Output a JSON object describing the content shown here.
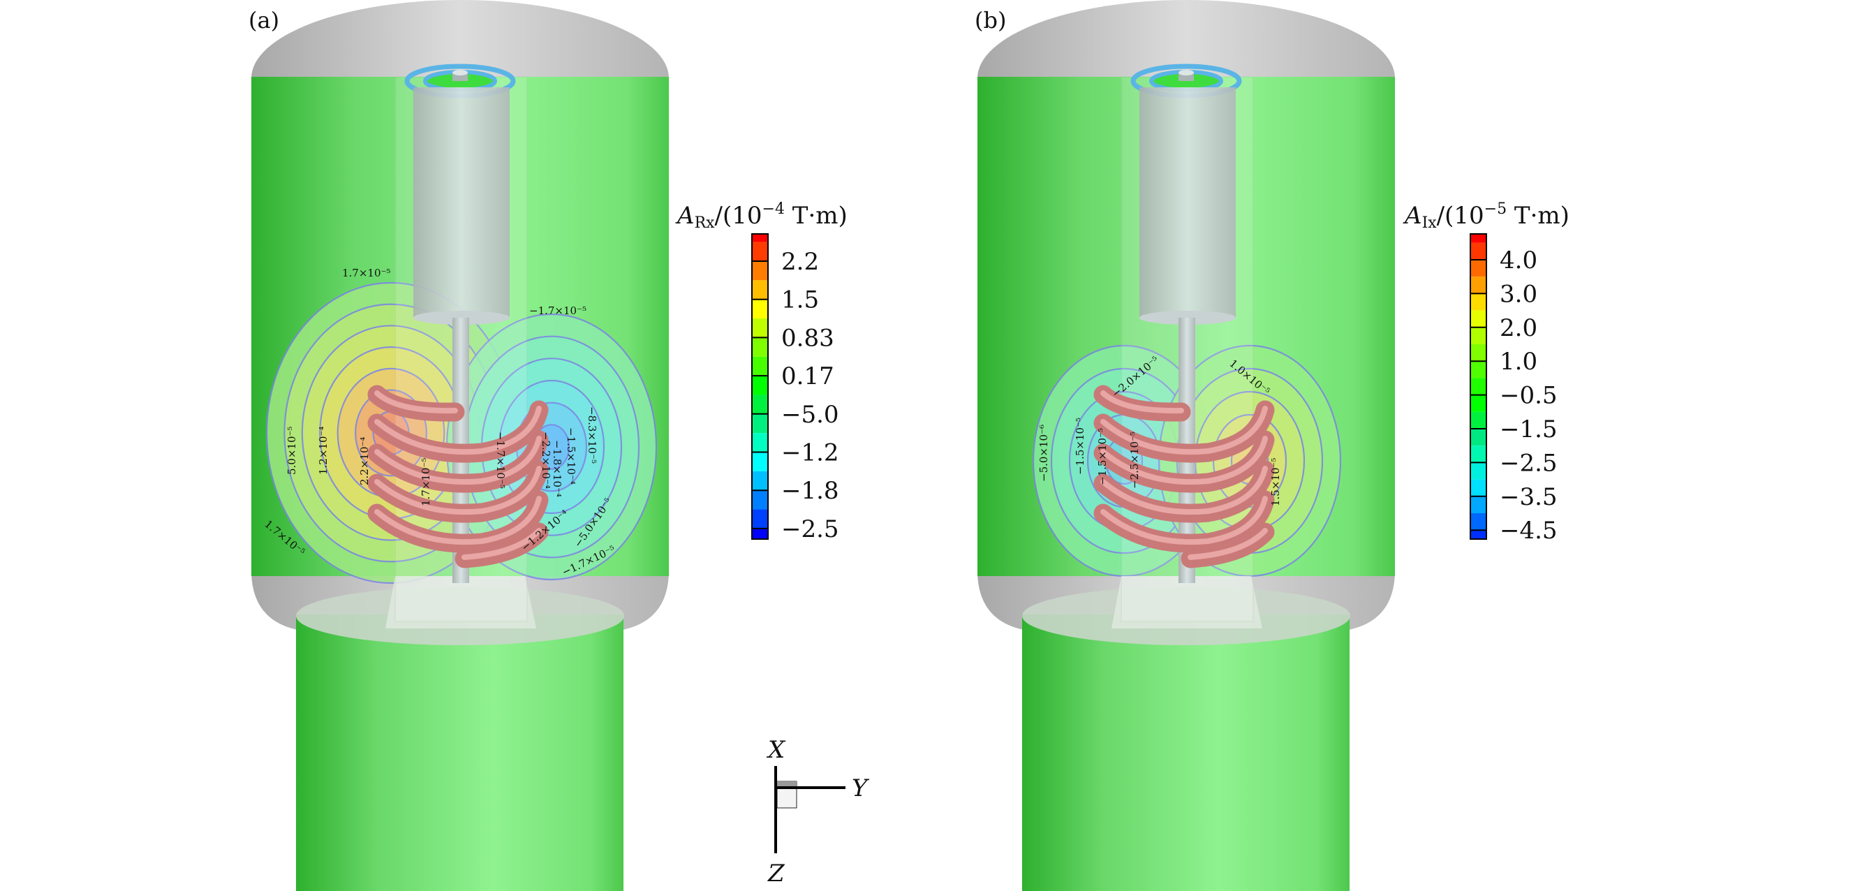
{
  "panels": [
    {
      "label": "(a)",
      "colorbar": {
        "var": "A",
        "sub": "Rx",
        "prefix": "/(10",
        "exp": "−4",
        "unit": " T·m)",
        "ticks": [
          "2.2",
          "1.5",
          "0.83",
          "0.17",
          "−5.0",
          "−1.2",
          "−1.8",
          "−2.5"
        ],
        "colors": [
          "#ff0000",
          "#ff3c00",
          "#ff7d00",
          "#ffbe00",
          "#ffff00",
          "#c0ff00",
          "#80ff00",
          "#48ff00",
          "#00ff00",
          "#00f040",
          "#00f080",
          "#00ffc0",
          "#00ffff",
          "#00c0ff",
          "#0080ff",
          "#0040ff",
          "#0000ff"
        ]
      },
      "contour_labels": [
        "1.7×10⁻⁵",
        "5.0×10⁻⁵",
        "1.2×10⁻⁴",
        "2.2×10⁻⁴",
        "1.7×10⁻⁵",
        "1.7×10⁻⁵",
        "−1.7×10⁻⁵",
        "−1.7×10⁻⁵",
        "−2.2×10⁻⁴",
        "−1.8×10⁻⁴",
        "−1.5×10⁻⁴",
        "−8.3×10⁻⁵",
        "−5.0×10⁻⁵",
        "−1.2×10⁻⁴",
        "−1.7×10⁻⁵"
      ]
    },
    {
      "label": "(b)",
      "colorbar": {
        "var": "A",
        "sub": "Ix",
        "prefix": "/(10",
        "exp": "−5",
        "unit": " T·m)",
        "ticks": [
          "4.0",
          "3.0",
          "2.0",
          "1.0",
          "−0.5",
          "−1.5",
          "−2.5",
          "−3.5",
          "−4.5"
        ],
        "colors": [
          "#ff0000",
          "#ff3800",
          "#ff6a00",
          "#ffa000",
          "#ffdc00",
          "#e8ff00",
          "#b0ff00",
          "#80ff00",
          "#50ff00",
          "#20ff00",
          "#00ff00",
          "#00f040",
          "#00e880",
          "#00f8b0",
          "#00f0e0",
          "#00e0ff",
          "#00a8ff",
          "#0068ff",
          "#0030ff",
          "#0000ff"
        ]
      },
      "contour_labels": [
        "−5.0×10⁻⁶",
        "−1.5×10⁻⁵",
        "−1.5×10⁻⁵",
        "−2.5×10⁻⁵",
        "−2.0×10⁻⁵",
        "1.0×10⁻⁵",
        "1.5×10⁻⁵"
      ]
    }
  ],
  "axes": {
    "x": "X",
    "y": "Y",
    "z": "Z"
  },
  "colors": {
    "body_green": "#7ee87e",
    "coil": "#c97a78",
    "contour_line": "#7c84e6",
    "ring": "#5ab4e6"
  }
}
